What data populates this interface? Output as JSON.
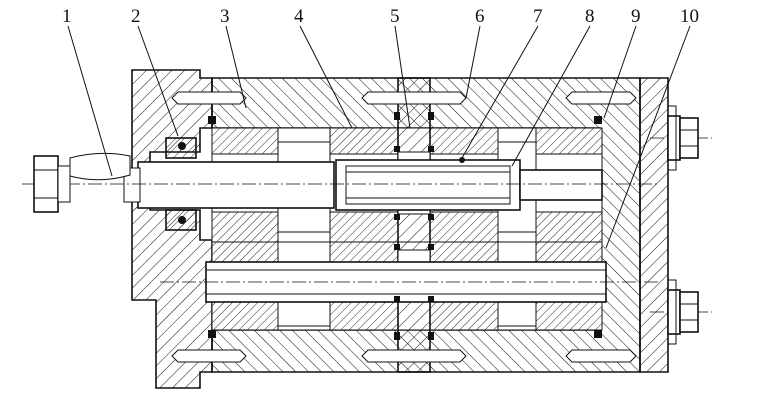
{
  "callouts": [
    {
      "id": 1,
      "label": "1"
    },
    {
      "id": 2,
      "label": "2"
    },
    {
      "id": 3,
      "label": "3"
    },
    {
      "id": 4,
      "label": "4"
    },
    {
      "id": 5,
      "label": "5"
    },
    {
      "id": 6,
      "label": "6"
    },
    {
      "id": 7,
      "label": "7"
    },
    {
      "id": 8,
      "label": "8"
    },
    {
      "id": 9,
      "label": "9"
    },
    {
      "id": 10,
      "label": "10"
    }
  ],
  "colors": {
    "line": "#111111",
    "background": "#ffffff",
    "hatch": "#111111"
  }
}
